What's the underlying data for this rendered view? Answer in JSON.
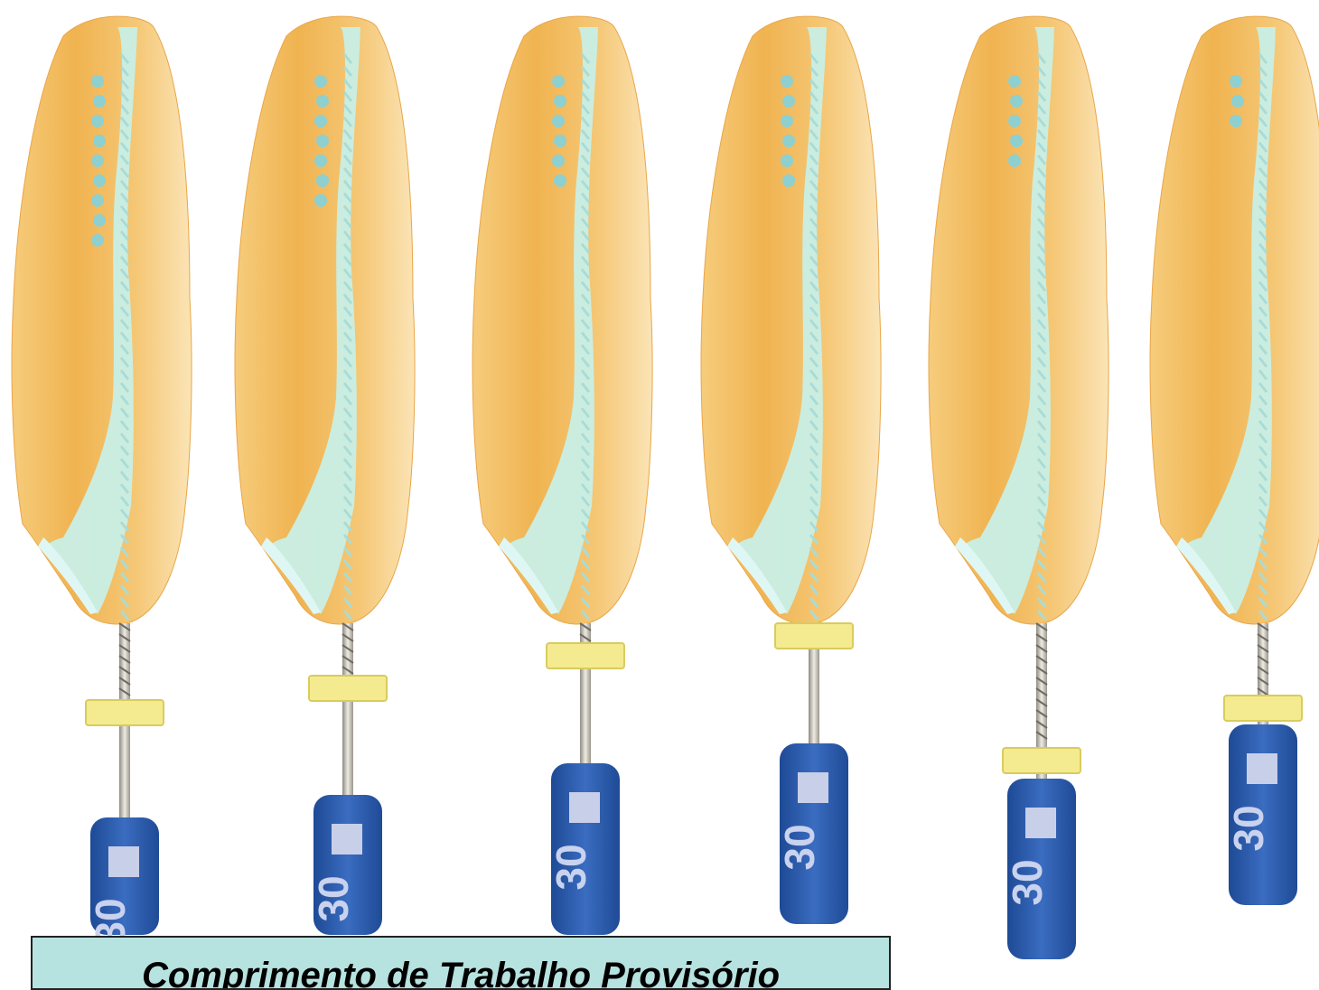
{
  "colors": {
    "tooth_light": "#fbe3ad",
    "tooth_mid": "#f2b84f",
    "tooth_dark": "#e08a2a",
    "canal": "#c8efe6",
    "canal_dots": "#8ecfd0",
    "file_metal": "#c9c6bd",
    "stopper": "#f4ea8f",
    "handle_blue": "#2f5fb0",
    "handle_label_square": "#c8cfe8",
    "caption_bg": "#b6e2e0"
  },
  "handle_number": "30",
  "caption": "Comprimento de Trabalho Provisório",
  "teeth": [
    {
      "name": "tooth-1",
      "dot_count": 9
    },
    {
      "name": "tooth-2",
      "dot_count": 7
    },
    {
      "name": "tooth-3",
      "dot_count": 6
    },
    {
      "name": "tooth-4",
      "dot_count": 6
    },
    {
      "name": "tooth-5",
      "dot_count": 5
    },
    {
      "name": "tooth-6",
      "dot_count": 3
    }
  ]
}
